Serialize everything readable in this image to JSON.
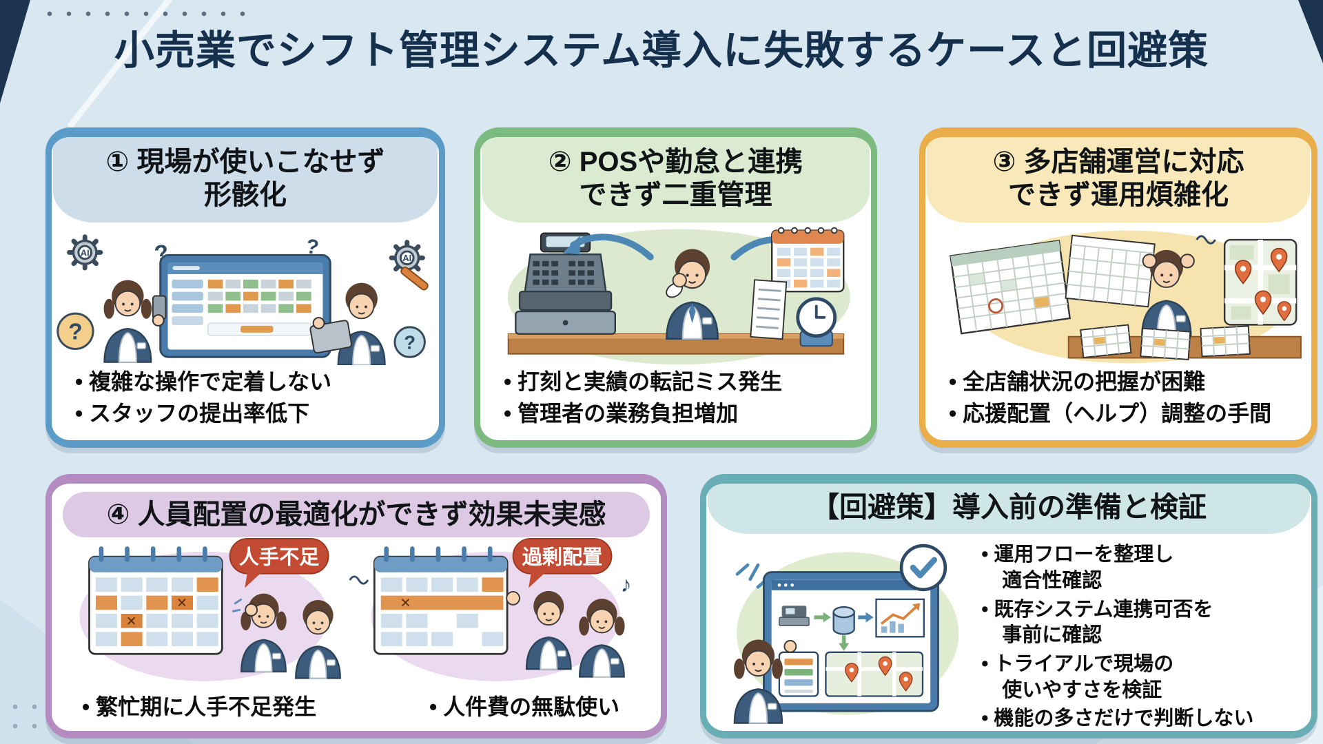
{
  "title": "小売業でシフト管理システム導入に失敗するケースと回避策",
  "glyphs": {
    "question": "?",
    "ai": "AI",
    "cross": "✕",
    "note": "♪"
  },
  "colors": {
    "background": "#d9e7f1",
    "title_text": "#15304d",
    "card1_accent": "#5b9bc8",
    "card1_header": "#cdddea",
    "card2_accent": "#7cba80",
    "card2_header": "#daebd1",
    "card3_accent": "#e9ad49",
    "card3_header": "#f8e8ba",
    "card4_accent": "#b58cc2",
    "card4_header": "#ddc9e3",
    "card5_accent": "#6aaeb5",
    "card5_header": "#cfe6e6",
    "badge_red": "#c34a33",
    "bullet_text": "#0d0d0d"
  },
  "cards": {
    "c1": {
      "title": "① 現場が使いこなせず\n形骸化",
      "bullets": [
        "複雑な操作で定着しない",
        "スタッフの提出率低下"
      ]
    },
    "c2": {
      "title": "② POSや勤怠と連携\nできず二重管理",
      "bullets": [
        "打刻と実績の転記ミス発生",
        "管理者の業務負担増加"
      ]
    },
    "c3": {
      "title": "③ 多店舗運営に対応\nできず運用煩雑化",
      "bullets": [
        "全店舗状況の把握が困難",
        "応援配置（ヘルプ）調整の手間"
      ]
    },
    "c4": {
      "title": "④ 人員配置の最適化ができず効果未実感",
      "badges": [
        "人手不足",
        "過剰配置"
      ],
      "bullets": [
        "繁忙期に人手不足発生",
        "人件費の無駄使い"
      ]
    },
    "c5": {
      "title": "【回避策】導入前の準備と検証",
      "bullets": [
        "運用フローを整理し\n適合性確認",
        "既存システム連携可否を\n事前に確認",
        "トライアルで現場の\n使いやすさを検証",
        "機能の多さだけで判断しない"
      ]
    }
  }
}
